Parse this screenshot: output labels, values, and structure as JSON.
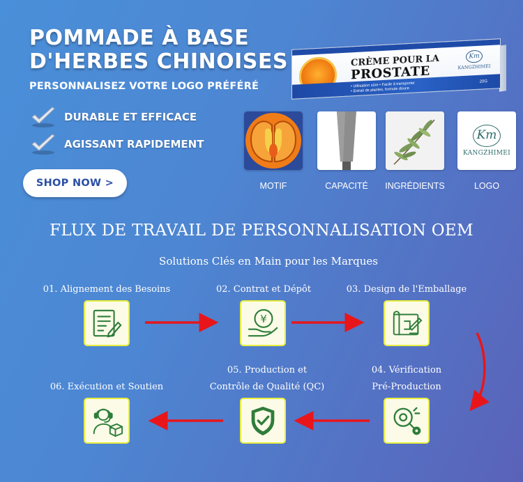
{
  "header": {
    "title_line1": "POMMADE À BASE",
    "title_line2": "D'HERBES CHINOISES",
    "subtitle": "PERSONNALISEZ VOTRE LOGO PRÉFÉRÉ",
    "features": [
      "DURABLE ET EFFICACE",
      "AGISSANT RAPIDEMENT"
    ],
    "shop_button": "SHOP NOW >"
  },
  "product_box": {
    "line1": "CRÈME POUR LA",
    "line2": "PROSTATE",
    "brand": "KANGZHIMEI",
    "brand_mark": "Km",
    "detail1": "• Utilisation sûre   • Facile à transporter",
    "detail2": "• Extrait de plantes, formule douce",
    "size": "20G"
  },
  "thumbnails": [
    {
      "label": "MOTIF",
      "icon": "prostate-motif-icon"
    },
    {
      "label": "CAPACITÉ",
      "icon": "tube-icon"
    },
    {
      "label": "INGRÉDIENTS",
      "icon": "leaf-icon"
    },
    {
      "label": "LOGO",
      "icon": "brand-logo-icon",
      "brand_text": "KANGZHIMEI",
      "brand_mark": "Km"
    }
  ],
  "workflow": {
    "title": "FLUX DE TRAVAIL DE PERSONNALISATION OEM",
    "subtitle": "Solutions Clés en Main pour les Marques",
    "steps": [
      {
        "label": "01. Alignement des Besoins",
        "icon": "document-pen-icon"
      },
      {
        "label": "02. Contrat et Dépôt",
        "icon": "yuan-coin-hand-icon"
      },
      {
        "label": "03. Design de l'Emballage",
        "icon": "blueprint-pencil-icon"
      },
      {
        "label_line1": "04. Vérification",
        "label_line2": "Pré-Production",
        "icon": "magnifier-gear-icon"
      },
      {
        "label_line1": "05. Production et",
        "label_line2": "Contrôle de Qualité (QC)",
        "icon": "shield-check-icon"
      },
      {
        "label": "06. Exécution et Soutien",
        "icon": "support-agent-box-icon"
      }
    ],
    "icon_color": "#2f7d3a",
    "arrow_color": "#e8161b"
  }
}
